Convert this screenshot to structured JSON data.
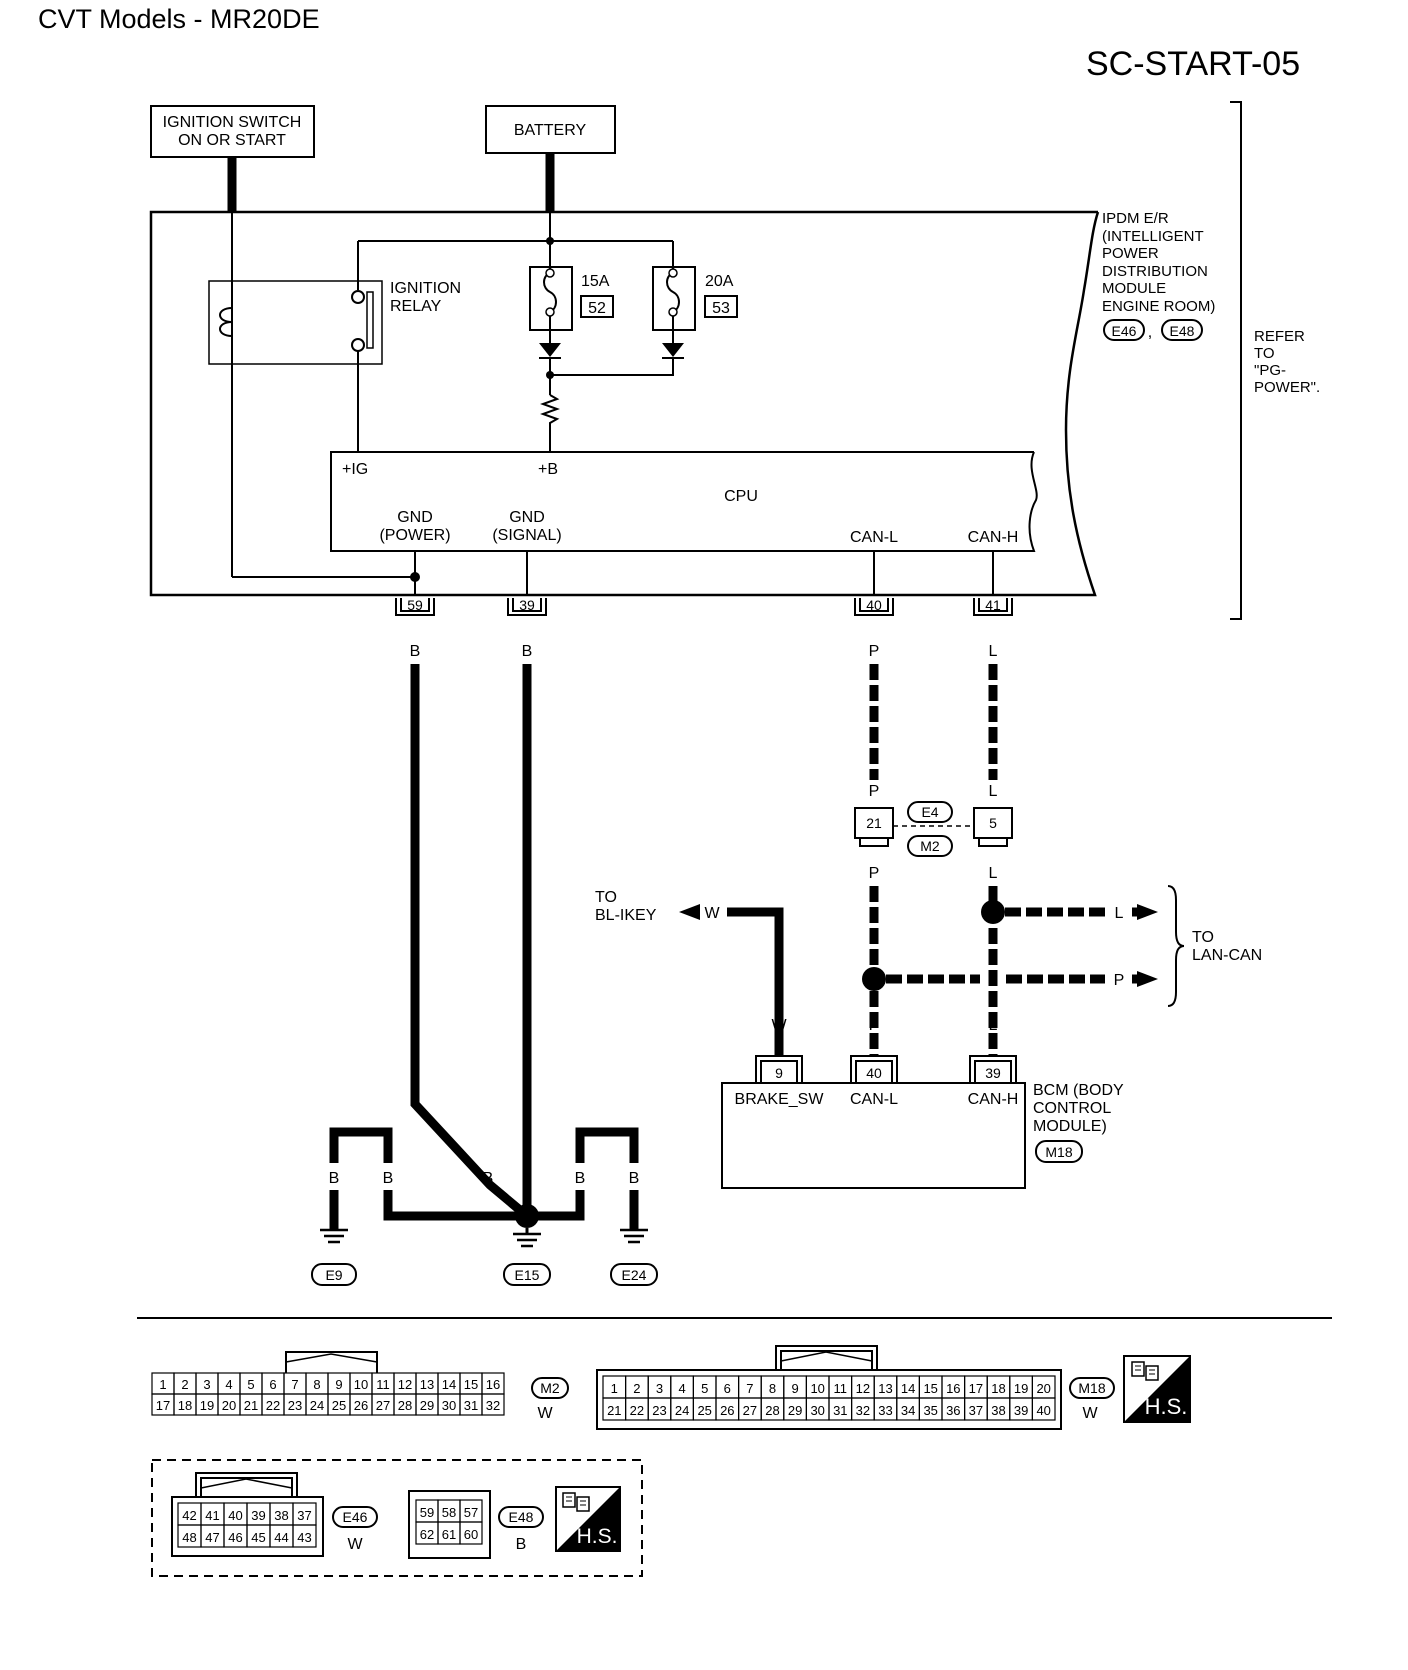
{
  "header": {
    "title": "CVT Models - MR20DE",
    "diagram_code": "SC-START-05"
  },
  "sources": {
    "ignition_switch": [
      "IGNITION SWITCH",
      "ON OR START"
    ],
    "battery": "BATTERY"
  },
  "ipdm": {
    "description": [
      "IPDM E/R",
      "(INTELLIGENT",
      "POWER",
      "DISTRIBUTION",
      "MODULE",
      "ENGINE ROOM)"
    ],
    "connectors": [
      "E46",
      "E48"
    ],
    "separator": ",",
    "refer_note": [
      "REFER",
      "TO",
      "\"PG-",
      "POWER\"."
    ],
    "relay_label": [
      "IGNITION",
      "RELAY"
    ],
    "fuses": [
      {
        "rating": "15A",
        "number": "52"
      },
      {
        "rating": "20A",
        "number": "53"
      }
    ],
    "cpu": {
      "title": "CPU",
      "plus_ig": "+IG",
      "plus_b": "+B",
      "gnd_power": [
        "GND",
        "(POWER)"
      ],
      "gnd_signal": [
        "GND",
        "(SIGNAL)"
      ],
      "can_l": "CAN-L",
      "can_h": "CAN-H"
    },
    "terminals": [
      "59",
      "39",
      "40",
      "41"
    ]
  },
  "wires": {
    "gnd_power_color": "B",
    "gnd_signal_color": "B",
    "can_l_color": "P",
    "can_h_color": "L",
    "brake_color": "W",
    "ground_colors": [
      "B",
      "B",
      "B",
      "B",
      "B",
      "B"
    ]
  },
  "junction": {
    "pin_can_l": "21",
    "pin_can_h": "5",
    "connector_top": "E4",
    "connector_bottom": "M2"
  },
  "outputs": {
    "bl_ikey": [
      "TO",
      "BL-IKEY"
    ],
    "lan_can": [
      "TO",
      "LAN-CAN"
    ],
    "lan_l": "L",
    "lan_p": "P"
  },
  "bcm": {
    "description": [
      "BCM (BODY",
      "CONTROL",
      "MODULE)"
    ],
    "connector": "M18",
    "pins": [
      "9",
      "40",
      "39"
    ],
    "pin_labels": [
      "BRAKE_SW",
      "CAN-L",
      "CAN-H"
    ]
  },
  "grounds": [
    "E9",
    "E15",
    "E24"
  ],
  "connector_views": {
    "m2": {
      "id": "M2",
      "color": "W",
      "row1": [
        "1",
        "2",
        "3",
        "4",
        "5",
        "6",
        "7",
        "8",
        "9",
        "10",
        "11",
        "12",
        "13",
        "14",
        "15",
        "16"
      ],
      "row2": [
        "17",
        "18",
        "19",
        "20",
        "21",
        "22",
        "23",
        "24",
        "25",
        "26",
        "27",
        "28",
        "29",
        "30",
        "31",
        "32"
      ]
    },
    "m18": {
      "id": "M18",
      "color": "W",
      "row1": [
        "1",
        "2",
        "3",
        "4",
        "5",
        "6",
        "7",
        "8",
        "9",
        "10",
        "11",
        "12",
        "13",
        "14",
        "15",
        "16",
        "17",
        "18",
        "19",
        "20"
      ],
      "row2": [
        "21",
        "22",
        "23",
        "24",
        "25",
        "26",
        "27",
        "28",
        "29",
        "30",
        "31",
        "32",
        "33",
        "34",
        "35",
        "36",
        "37",
        "38",
        "39",
        "40"
      ]
    },
    "e46": {
      "id": "E46",
      "color": "W",
      "row1": [
        "42",
        "41",
        "40",
        "39",
        "38",
        "37"
      ],
      "row2": [
        "48",
        "47",
        "46",
        "45",
        "44",
        "43"
      ]
    },
    "e48": {
      "id": "E48",
      "color": "B",
      "row1": [
        "59",
        "58",
        "57"
      ],
      "row2": [
        "62",
        "61",
        "60"
      ]
    },
    "hs_badge": "H.S."
  }
}
